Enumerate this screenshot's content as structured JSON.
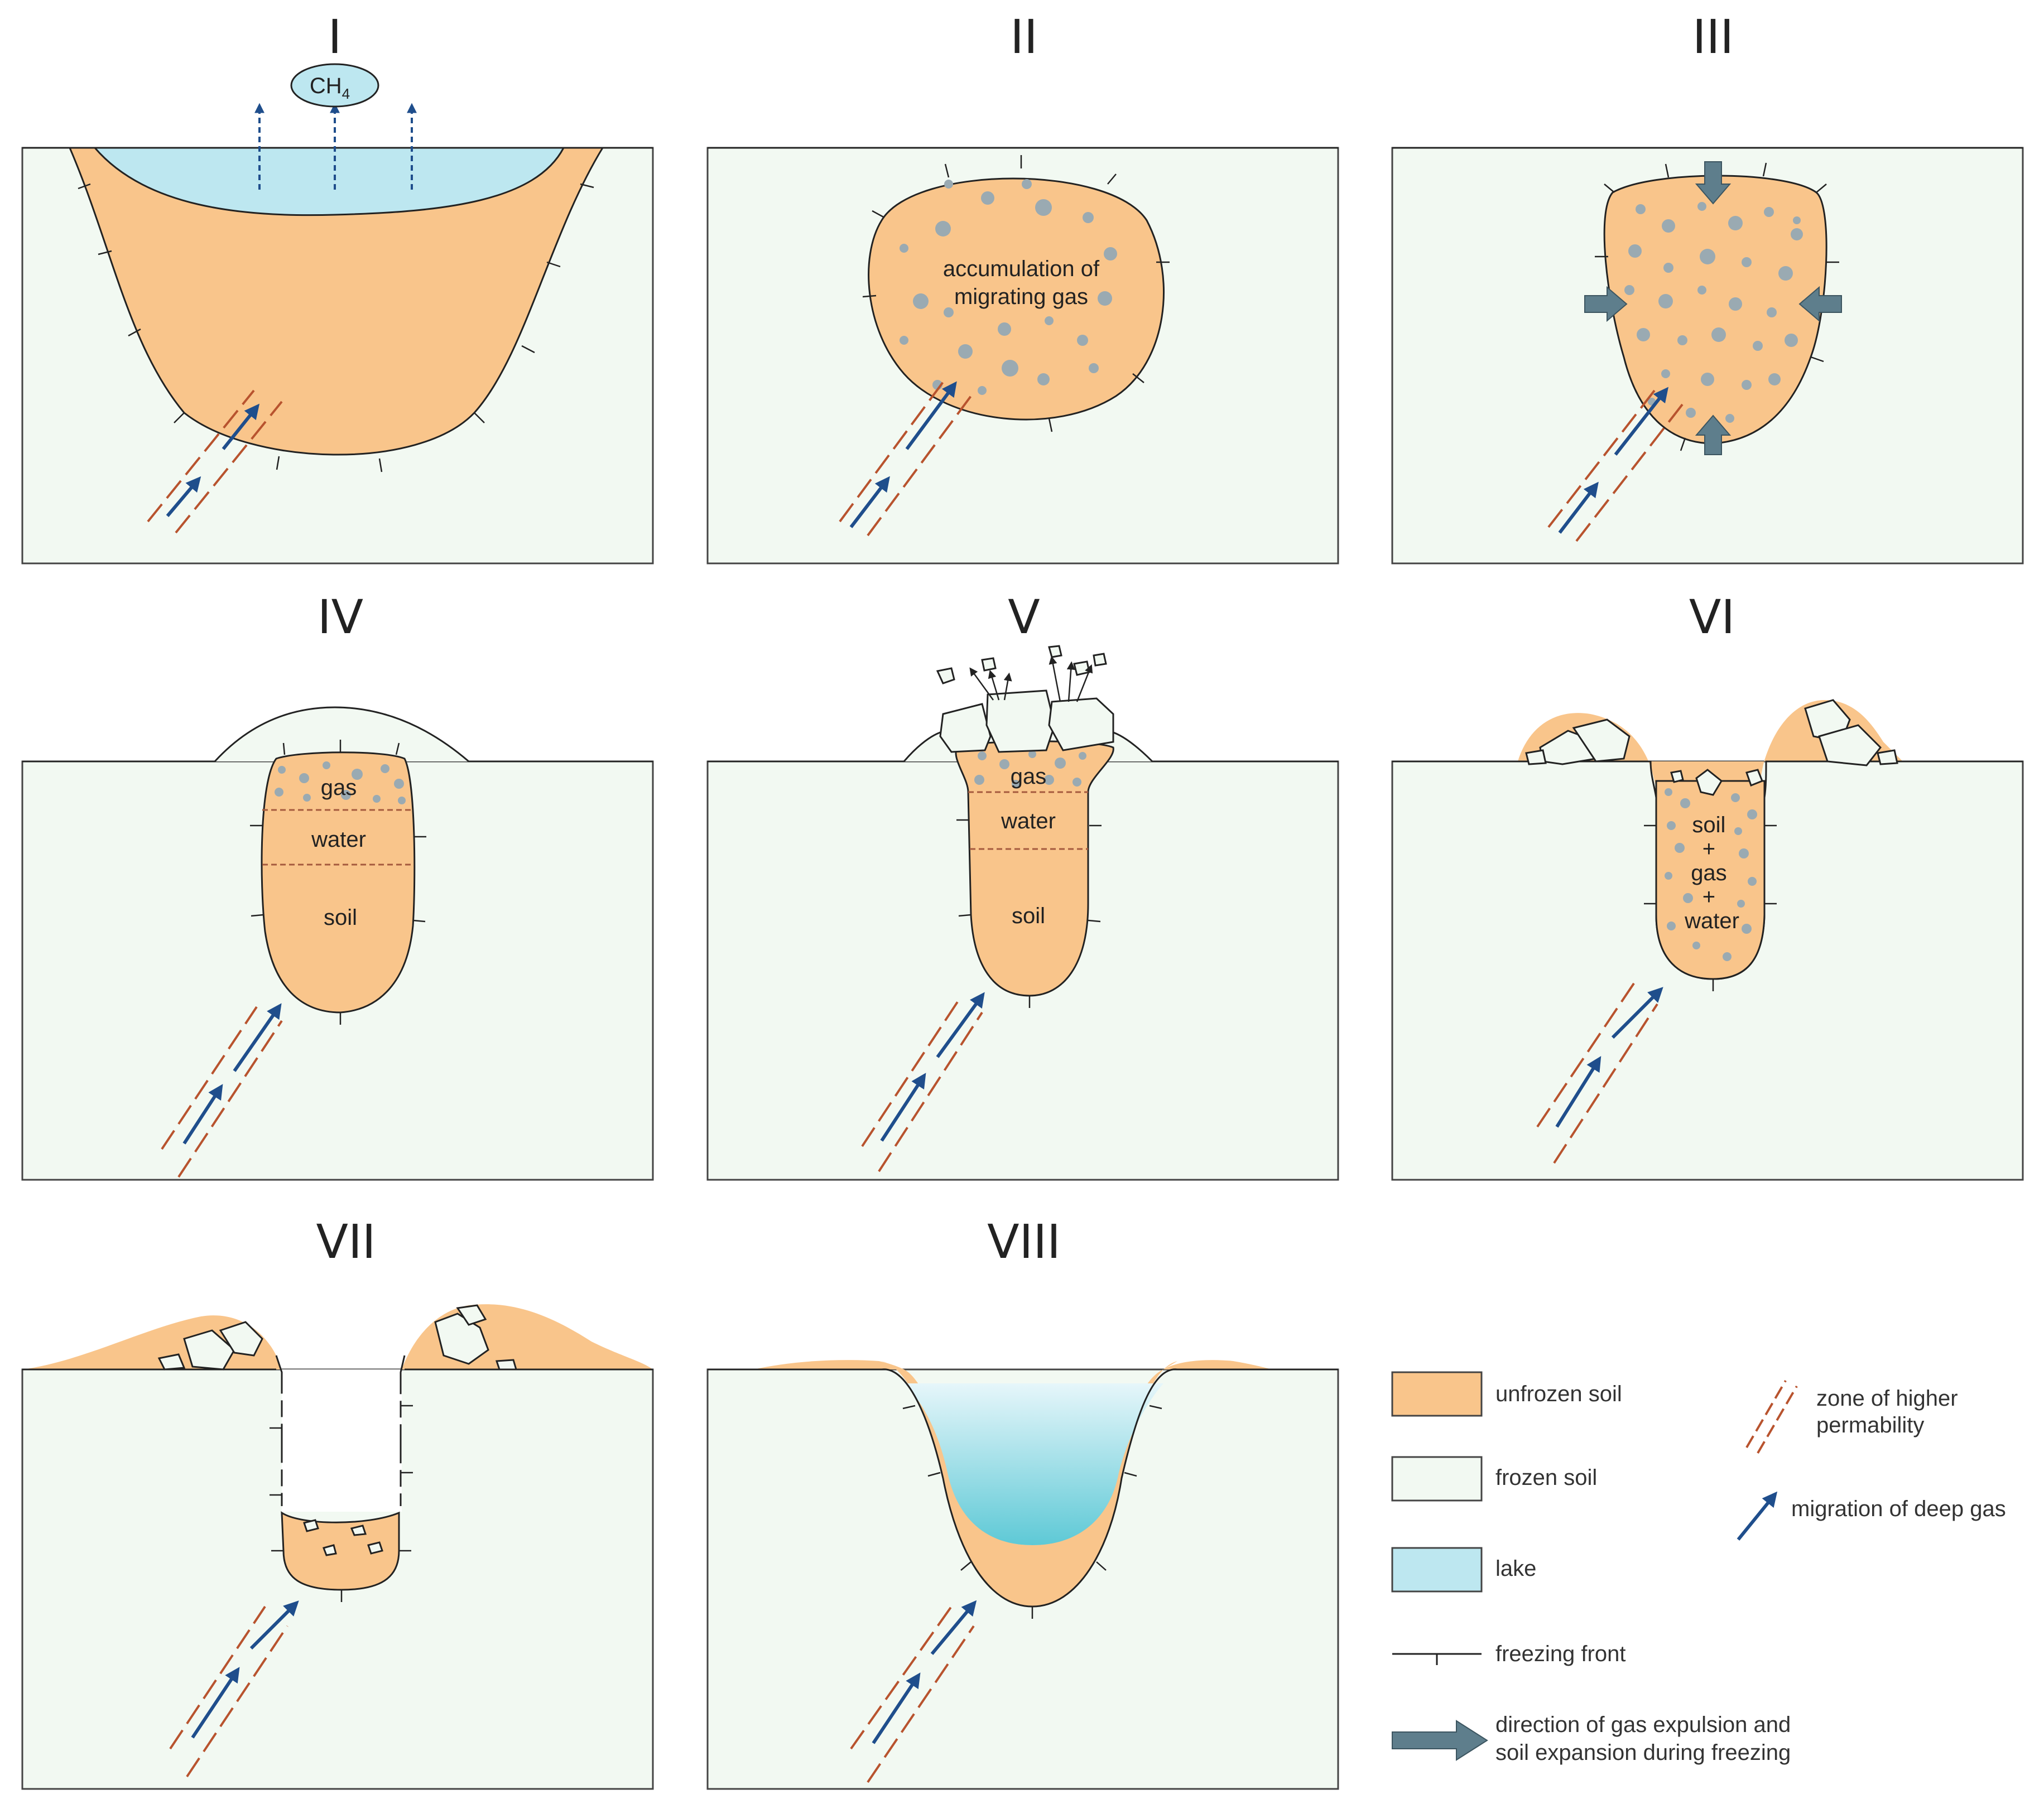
{
  "panels": [
    {
      "id": "I",
      "numeral": "I",
      "gas_bubble": "CH",
      "gas_sub": "4"
    },
    {
      "id": "II",
      "numeral": "II",
      "label_lines": [
        "accumulation of",
        "migrating gas"
      ]
    },
    {
      "id": "III",
      "numeral": "III"
    },
    {
      "id": "IV",
      "numeral": "IV",
      "labels": {
        "gas": "gas",
        "water": "water",
        "soil": "soil"
      }
    },
    {
      "id": "V",
      "numeral": "V",
      "labels": {
        "gas": "gas",
        "water": "water",
        "soil": "soil"
      }
    },
    {
      "id": "VI",
      "numeral": "VI",
      "label_lines": [
        "soil",
        "+",
        "gas",
        "+",
        "water"
      ]
    },
    {
      "id": "VII",
      "numeral": "VII"
    },
    {
      "id": "VIII",
      "numeral": "VIII"
    }
  ],
  "legend": {
    "unfrozen_soil": "unfrozen soil",
    "frozen_soil": "frozen soil",
    "lake": "lake",
    "freezing_front": "freezing front",
    "expansion_lines": [
      "direction of gas expulsion and",
      "soil expansion during freezing"
    ],
    "permeability_lines": [
      "zone of higher",
      "permability"
    ],
    "migration": "migration of deep gas"
  },
  "colors": {
    "unfrozen_soil": "#f9c58b",
    "frozen_soil": "#f2f9f2",
    "lake": "#bde7f0",
    "gas_bubble": "#9aaab2",
    "migration_arrow": "#1f4e8c",
    "permeability_zone": "#b8532e",
    "expansion_arrow": "#5e7e8c"
  }
}
